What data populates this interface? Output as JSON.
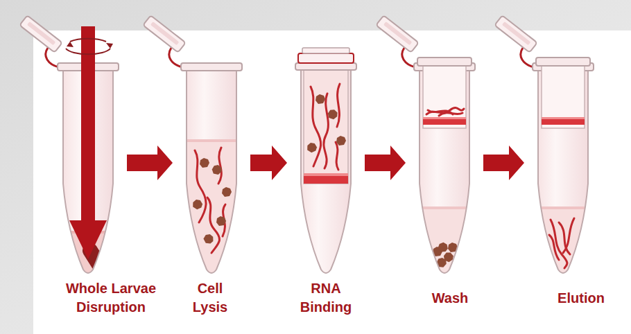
{
  "diagram": {
    "nodes": [
      {
        "text": [
          "Whole Larvae Disruption"
        ]
      },
      {
        "text": [
          "Cell Lysis"
        ]
      },
      {
        "text": [
          "RNA Binding"
        ]
      },
      {
        "text": [
          "Wash"
        ]
      },
      {
        "text": [
          "Elution"
        ]
      }
    ],
    "edges": [
      {
        "from": 0,
        "to": 1,
        "arrow": "to"
      },
      {
        "from": 1,
        "to": 2,
        "arrow": "to"
      },
      {
        "from": 2,
        "to": 3,
        "arrow": "to"
      },
      {
        "from": 3,
        "to": 4,
        "arrow": "to"
      }
    ]
  }
}
